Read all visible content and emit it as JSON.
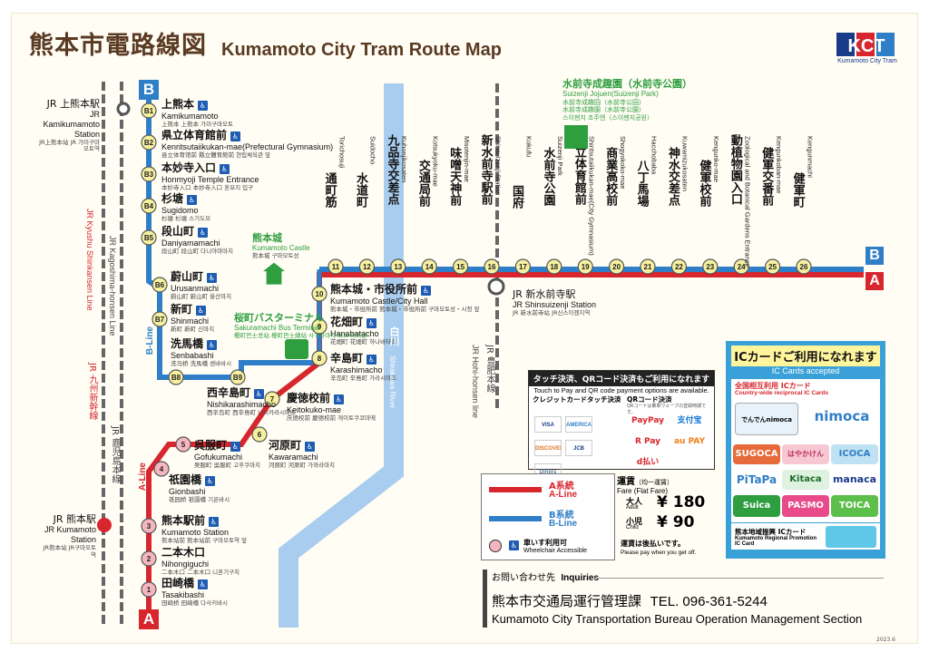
{
  "title": {
    "ja": "熊本市電路線図",
    "en": "Kumamoto City Tram Route Map"
  },
  "logo": {
    "mark": "KCT",
    "caption": "Kumamoto City Tram"
  },
  "line_markers": {
    "b": "B",
    "a": "A"
  },
  "b_line_stations": [
    {
      "code": "B1",
      "ja": "上熊本",
      "en": "Kamikumamoto",
      "sub": "上熊本 上熊本 가미구마모토"
    },
    {
      "code": "B2",
      "ja": "県立体育館前",
      "en": "Kenritsutaiikukan-mae(Prefectural Gymnasium)",
      "sub": "县立体育馆前 縣立體育館前 현립체육관 앞"
    },
    {
      "code": "B3",
      "ja": "本妙寺入口",
      "en": "Honmyoji Temple Entrance",
      "sub": "本妙寺入口 本妙寺入口 혼묘지 입구"
    },
    {
      "code": "B4",
      "ja": "杉塘",
      "en": "Sugidomo",
      "sub": "杉塘 杉塘 스기도모"
    },
    {
      "code": "B5",
      "ja": "段山町",
      "en": "Daniyamamachi",
      "sub": "段山町 段山町 다니야마마치"
    },
    {
      "code": "B6",
      "ja": "蔚山町",
      "en": "Urusanmachi",
      "sub": "蔚山町 蔚山町 울산마치"
    },
    {
      "code": "B7",
      "ja": "新町",
      "en": "Shinmachi",
      "sub": "新町 新町 신마치"
    },
    {
      "code": "B8",
      "ja": "洗馬橋",
      "en": "Senbabashi",
      "sub": "洗马桥 洗馬橋 센바바시"
    },
    {
      "code": "B9",
      "ja": "西辛島町",
      "en": "Nishikarashimacho",
      "sub": "西辛岛町 西辛島町 니시카라시마초"
    }
  ],
  "a_line_stations": [
    {
      "code": "1",
      "ja": "田崎橋",
      "en": "Tasakibashi",
      "sub": "田崎桥 田崎橋 다사키바시"
    },
    {
      "code": "2",
      "ja": "二本木口",
      "en": "Nihongiguchi",
      "sub": "二本木口 二本木口 니혼기구치"
    },
    {
      "code": "3",
      "ja": "熊本駅前",
      "en": "Kumamoto Station",
      "sub": "熊本站前 熊本站前 구마모토역 앞"
    },
    {
      "code": "4",
      "ja": "祇園橋",
      "en": "Gionbashi",
      "sub": "祇园桥 祇園橋 기온바시"
    },
    {
      "code": "5",
      "ja": "呉服町",
      "en": "Gofukumachi",
      "sub": "吴服町 吳服町 고후쿠마치"
    },
    {
      "code": "6",
      "ja": "河原町",
      "en": "Kawaramachi",
      "sub": "河原町 河原町 가와라마치"
    },
    {
      "code": "7",
      "ja": "慶徳校前",
      "en": "Keitokuko-mae",
      "sub": "庆德校前 慶德校前 게이토쿠코마에"
    },
    {
      "code": "8",
      "ja": "辛島町",
      "en": "Karashimacho",
      "sub": "辛岛町 辛島町 가라시마초"
    },
    {
      "code": "9",
      "ja": "花畑町",
      "en": "Hanabatacho",
      "sub": "花畑町 花畑町 하나바타초"
    },
    {
      "code": "10",
      "ja": "熊本城・市役所前",
      "en": "Kumamoto Castle/City Hall",
      "sub": "熊本城・市役所前 熊本城・市役所前 구마모토성・시청 앞"
    }
  ],
  "trunk_stations": [
    {
      "code": "11",
      "ja": "通町筋",
      "en": "Torichosuji",
      "sub": "通町筋 通町筋 도리초스지"
    },
    {
      "code": "12",
      "ja": "水道町",
      "en": "Suidocho",
      "sub": "水道町 水道町 스이도초"
    },
    {
      "code": "13",
      "ja": "九品寺交差点",
      "en": "Kuhonjikosaten",
      "sub": "九品寺十字路口 九品寺十字路口 구혼지코사텐"
    },
    {
      "code": "14",
      "ja": "交通局前",
      "en": "Kotsukyoku-mae",
      "sub": "交通局前 交通局前 고쓰쿄쿠마에"
    },
    {
      "code": "15",
      "ja": "味噌天神前",
      "en": "Misotenjin-mae",
      "sub": "味噌天神前 味噌天神前 미소텐진마에"
    },
    {
      "code": "16",
      "ja": "新水前寺駅前",
      "en": "Shinsuizenji Station",
      "sub": "新水前寺站前 新水前寺站前 신스이젠지역 앞"
    },
    {
      "code": "17",
      "ja": "国府",
      "en": "Kokufu",
      "sub": "国府 國府 고쿠후"
    },
    {
      "code": "18",
      "ja": "水前寺公園",
      "en": "Suizenji Park",
      "sub": "水前寺公园 水前寺公園 스이젠지공원"
    },
    {
      "code": "19",
      "ja": "市立体育館前",
      "en": "Shiritsutaiikukan-mae(City Gymnasium)",
      "sub": "市立体育馆前 市立體育館前 시립체육관 앞"
    },
    {
      "code": "20",
      "ja": "商業高校前",
      "en": "Shogyokoko-mae",
      "sub": "商业高校前 商業高校前 쇼교코코마에"
    },
    {
      "code": "21",
      "ja": "八丁馬場",
      "en": "Hacchobaba",
      "sub": "八丁马场 八丁馬場 핫초바바"
    },
    {
      "code": "22",
      "ja": "神水交差点",
      "en": "Kuwamizukosaten",
      "sub": "神水十字路口 神水十字路口 구와미즈코사텐"
    },
    {
      "code": "23",
      "ja": "健軍校前",
      "en": "Kengunko-mae",
      "sub": "健军校前 健軍校前 겐군코마에"
    },
    {
      "code": "24",
      "ja": "動植物園入口",
      "en": "Zoological and Botanical Gardens Entrance",
      "sub": "动植物园入口 動植物園入口 동식물원 입구"
    },
    {
      "code": "25",
      "ja": "健軍交番前",
      "en": "Kengunkoban-mae",
      "sub": "健军派出所前 健軍派出所前 겐군코반마에"
    },
    {
      "code": "26",
      "ja": "健軍町",
      "en": "Kengunmachi",
      "sub": "健军町 健軍町 겐군마치"
    }
  ],
  "jr_stations": {
    "kamikumamoto": {
      "ja": "JR 上熊本駅",
      "en": "JR Kamikumamoto Station",
      "sub": "JR上熊本站 JR 가미구마모토역"
    },
    "kumamoto": {
      "ja": "JR 熊本駅",
      "en": "JR Kumamoto Station",
      "sub": "JR熊本站 JR구마모토역"
    },
    "shinsuizenji": {
      "ja": "JR 新水前寺駅",
      "en": "JR Shinsuizenji Station",
      "sub": "JR 新水前寺站 JR신스이젠지역"
    }
  },
  "jr_lines": {
    "kyushu_shinkansen_ja": "JR 九州新幹線",
    "kyushu_shinkansen_en": "JR Kyushu Shinkansen Line",
    "kagoshima_ja": "JR 鹿児島本線",
    "kagoshima_en": "JR Kagoshima-honsen Line",
    "hohi_ja": "JR 豊肥本線",
    "hohi_en": "JR Hohi-honsen line"
  },
  "landmarks": {
    "castle": {
      "ja": "熊本城",
      "en": "Kumamoto Castle",
      "sub": "熊本城 구마모토성"
    },
    "bus_terminal": {
      "ja": "桜町バスターミナル",
      "en": "Sakuramachi Bus Terminal",
      "sub": "樱町巴士总站 櫻町巴士總站 사쿠라마치 버스 터미널"
    },
    "suizenji_park": {
      "ja": "水前寺成趣園（水前寺公園）",
      "en": "Suizenji Jojuen(Suizenji Park)",
      "sub1": "水前寺成趣园（水前寺公园）",
      "sub2": "水前寺成趣園（水前寺公園）",
      "sub3": "스이젠지 조주엔（스이젠지공원）"
    },
    "river": {
      "ja": "白川",
      "en": "Shirakawa River"
    }
  },
  "line_labels": {
    "a": "A-Line",
    "b": "B-Line"
  },
  "payment": {
    "title": "タッチ決済、QRコード決済もご利用になれます",
    "subtitle": "Touch to Pay and QR code payment options are available.",
    "credit_label": "クレジットカードタッチ決済",
    "qr_label": "QRコード決済",
    "qr_note": "QRコードは乗車ウェーブの登録時期です。",
    "credit_brands": [
      "VISA",
      "AMERICAN EXPRESS",
      "DISCOVER",
      "JCB",
      "Diners Club"
    ],
    "qr_brands": [
      "PayPay",
      "支付宝",
      "R Pay",
      "au PAY",
      "d払い"
    ]
  },
  "legend": {
    "a_ja": "A系統",
    "a_en": "A-Line",
    "b_ja": "B系統",
    "b_en": "B-Line",
    "wheelchair_ja": "車いす利用可",
    "wheelchair_en": "Wheelchair Accessible"
  },
  "fare": {
    "title_ja": "運賃",
    "title_note": "（均一運賃）",
    "title_en": "Fare",
    "title_en_note": "(Flat Fare)",
    "adult_ja": "大人",
    "adult_en": "Adult",
    "adult_price": "¥ 180",
    "child_ja": "小児",
    "child_en": "Child",
    "child_price": "¥ 90",
    "pay_ja": "運賃は後払いです。",
    "pay_en": "Please pay when you get off."
  },
  "ic": {
    "title": "ICカードご利用になれます",
    "subtitle": "IC Cards accepted",
    "nation_ja": "全国相互利用 ICカード",
    "nation_en": "Country-wide reciprocal IC Cards",
    "cards": [
      "nimoca",
      "でんでんnimoca",
      "SUGOCA",
      "はやかけん",
      "ICOCA",
      "PiTaPa",
      "Kitaca",
      "manaca",
      "Suica",
      "PASMO",
      "TOICA"
    ],
    "regional_ja": "熊本地域振興 ICカード",
    "regional_en": "Kumamoto Regional Promotion IC Card"
  },
  "inquiries": {
    "ja": "お問い合わせ先",
    "en": "Inquiries",
    "org_ja": "熊本市交通局運行管理課",
    "tel": "TEL. 096-361-5244",
    "org_en": "Kumamoto City Transportation Bureau Operation Management Section"
  },
  "edition": "2023.6",
  "colors": {
    "a_line": "#d7262d",
    "b_line": "#2f7fc8",
    "station_fill": "#f6f0a0",
    "a_code_fill": "#f4b6c0",
    "river": "#a9cdee",
    "jr": "#555555",
    "brown_title": "#5a3a22",
    "ic_blue": "#3aa1d8",
    "green": "#2f9e3f"
  }
}
